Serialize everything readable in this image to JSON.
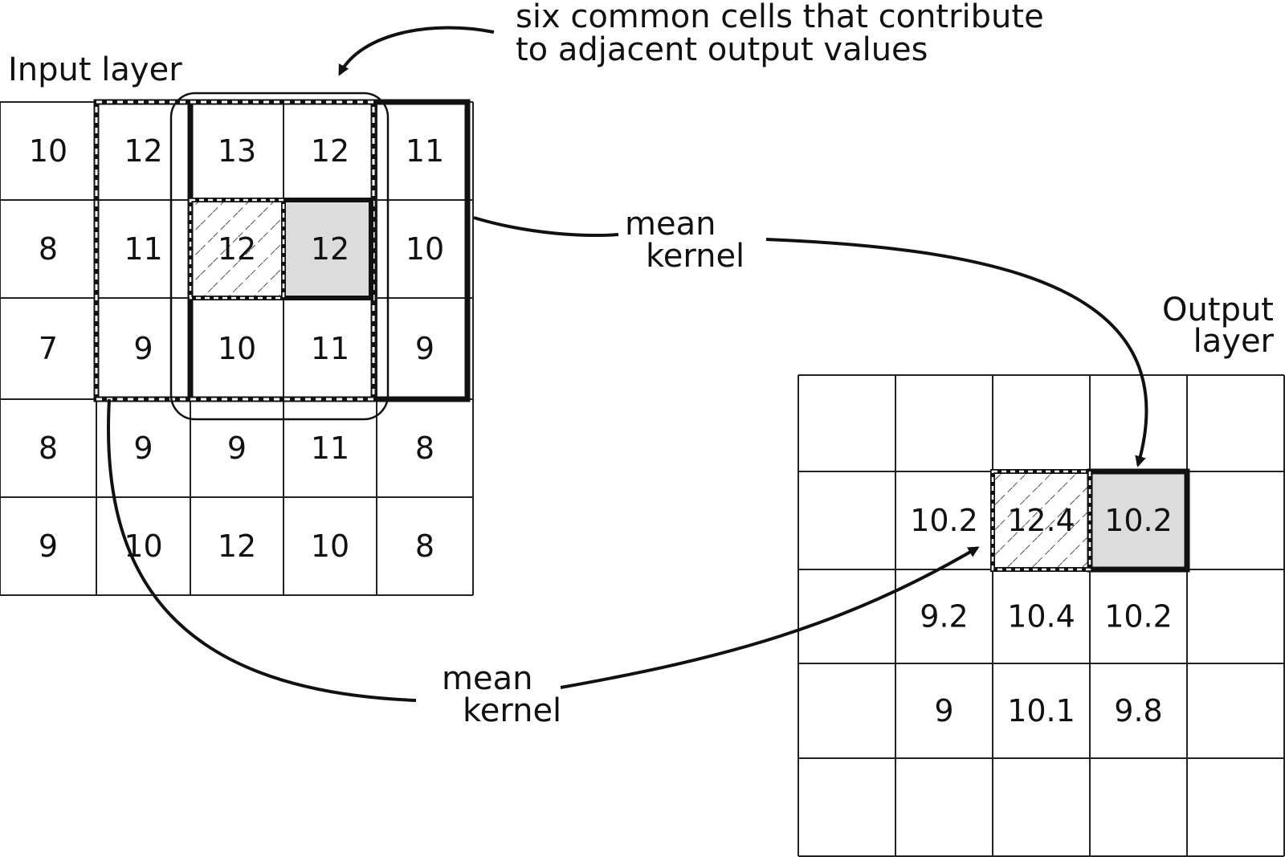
{
  "annotation": {
    "line1": "six common cells that contribute",
    "line2": "to adjacent output values"
  },
  "input_layer": {
    "title": "Input layer",
    "rows": [
      [
        "10",
        "12",
        "13",
        "12",
        "11"
      ],
      [
        "8",
        "11",
        "12",
        "12",
        "10"
      ],
      [
        "7",
        "9",
        "10",
        "11",
        "9"
      ],
      [
        "8",
        "9",
        "9",
        "11",
        "8"
      ],
      [
        "9",
        "10",
        "12",
        "10",
        "8"
      ]
    ]
  },
  "output_layer": {
    "title_line1": "Output",
    "title_line2": "layer",
    "rows": [
      [
        "",
        "",
        "",
        "",
        ""
      ],
      [
        "",
        "10.2",
        "12.4",
        "10.2",
        ""
      ],
      [
        "",
        "9.2",
        "10.4",
        "10.2",
        ""
      ],
      [
        "",
        "9",
        "10.1",
        "9.8",
        ""
      ],
      [
        "",
        "",
        "",
        "",
        ""
      ]
    ]
  },
  "kernel_label_upper": {
    "line1": "mean",
    "line2": "kernel"
  },
  "kernel_label_lower": {
    "line1": "mean",
    "line2": "kernel"
  },
  "colors": {
    "highlight": "#dcdcdc",
    "ink": "#111111"
  }
}
